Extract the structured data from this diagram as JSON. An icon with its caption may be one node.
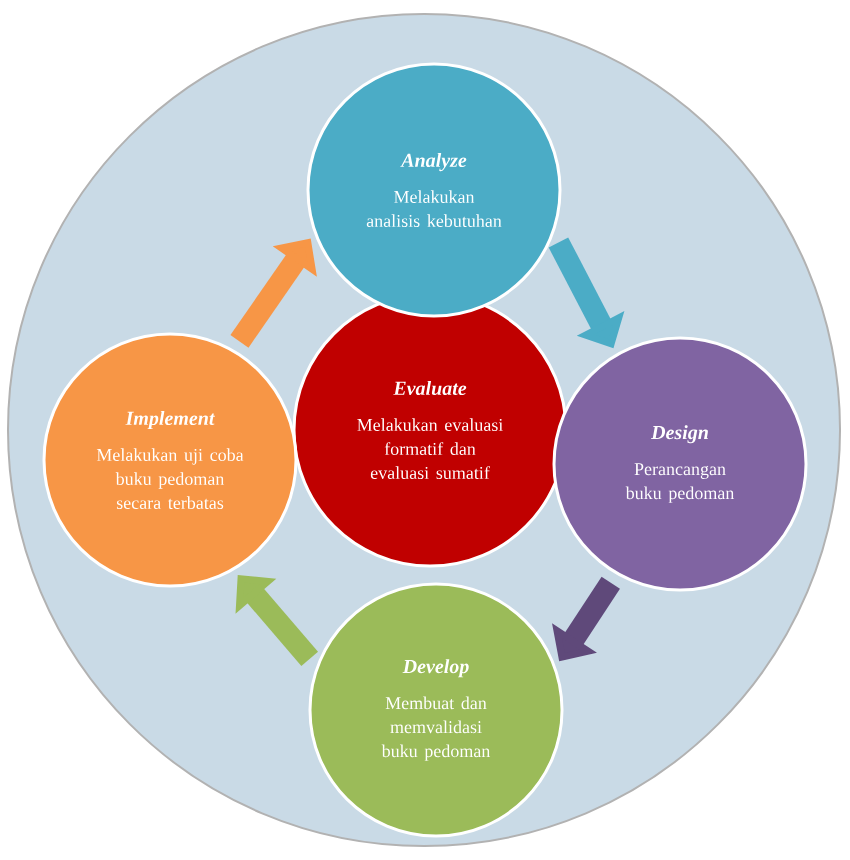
{
  "diagram": {
    "nodes": [
      {
        "text": [],
        "shape": "circle"
      },
      {
        "text": [
          "Analyze",
          "Melakukan analisis kebutuhan"
        ],
        "in": 0
      },
      {
        "text": [
          "Design",
          "Perancangan buku pedoman"
        ],
        "in": 0
      },
      {
        "text": [
          "Develop",
          "Membuat dan memvalidasi buku pedoman"
        ],
        "in": 0
      },
      {
        "text": [
          "Implement",
          "Melakukan uji coba buku pedoman secara terbatas"
        ],
        "in": 0
      },
      {
        "text": [
          "Evaluate",
          "Melakukan evaluasi formatif dan evaluasi sumatif"
        ],
        "in": 0
      }
    ],
    "edges": [
      {
        "from": 1,
        "to": 2,
        "arrow": "to",
        "color": "#4bacc6"
      },
      {
        "from": 2,
        "to": 3,
        "arrow": "to",
        "color": "#5f497a"
      },
      {
        "from": 3,
        "to": 4,
        "arrow": "to",
        "color": "#9bbb59"
      },
      {
        "from": 4,
        "to": 1,
        "arrow": "to",
        "color": "#f79646"
      }
    ]
  }
}
